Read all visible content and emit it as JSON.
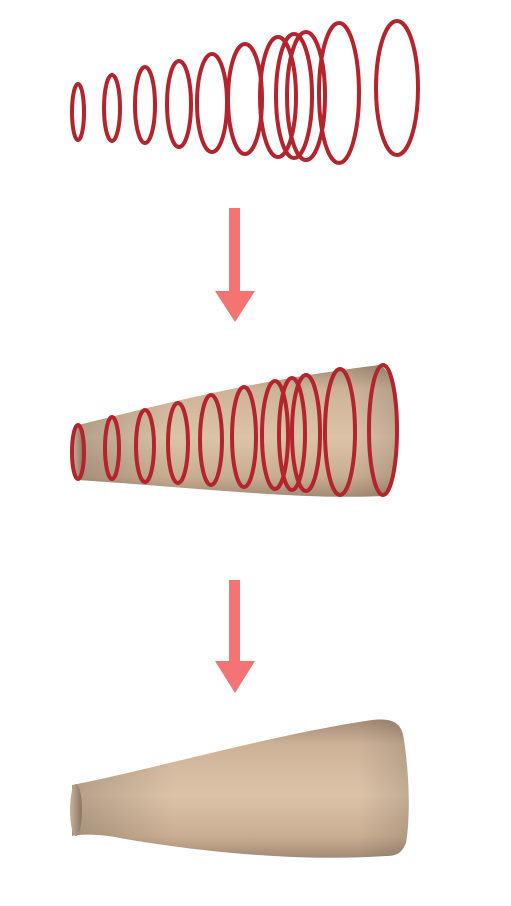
{
  "diagram": {
    "stages": [
      {
        "name": "contour-rings",
        "ring_count": 11
      },
      {
        "name": "lofted-surface-with-contours",
        "ring_count": 11
      },
      {
        "name": "smooth-surface"
      }
    ],
    "arrows": 2,
    "colors": {
      "ring": "#b3242c",
      "ring_highlight": "#d9464d",
      "arrow": "#f47373",
      "surface_light": "#dcc3a8",
      "surface_mid": "#c4a88c",
      "surface_dark": "#8f7866",
      "background": "#ffffff"
    }
  }
}
